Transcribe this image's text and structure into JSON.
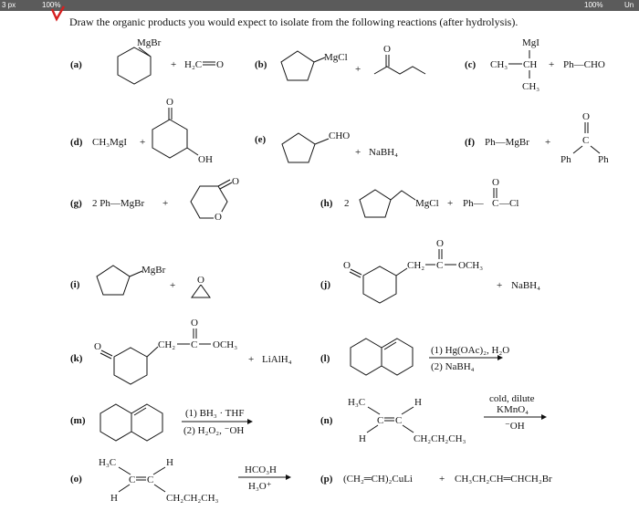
{
  "toolbar": {
    "left_value": "3 px",
    "zoom_left": "100%",
    "zoom_right": "100%",
    "right_label": "Un"
  },
  "colors": {
    "check_mark": "#d62020",
    "toolbar_bg": "#5b5b5b"
  },
  "question": "Draw the organic products you would expect to isolate from the following reactions (after hydrolysis).",
  "labels": {
    "a": "(a)",
    "b": "(b)",
    "c": "(c)",
    "d": "(d)",
    "e": "(e)",
    "f": "(f)",
    "g": "(g)",
    "h": "(h)",
    "i": "(i)",
    "j": "(j)",
    "k": "(k)",
    "l": "(l)",
    "m": "(m)",
    "n": "(n)",
    "o": "(o)",
    "p": "(p)"
  },
  "texts": {
    "mgbr": "MgBr",
    "mgcl": "MgCl",
    "mgi": "MgI",
    "plus": "+",
    "h2c": "H₂C",
    "o": "O",
    "oh": "OH",
    "ch3": "CH₃",
    "ch": "CH",
    "ph_cho": "Ph—CHO",
    "ch3mgi": "CH₃MgI",
    "cho": "CHO",
    "nabh4": "NaBH₄",
    "ph_mgbr": "Ph—MgBr",
    "ph": "Ph",
    "c": "C",
    "two_ph_mgbr": "2 Ph—MgBr",
    "two": "2",
    "ph_dash": "Ph—",
    "cl_dash": "—Cl",
    "ch2": "CH₂",
    "och3": "OCH₃",
    "lialh4": "LiAlH₄",
    "hg_step1": "(1) Hg(OAc)₂, H₂O",
    "hg_step2": "(2) NaBH₄",
    "bh3_step1": "(1) BH₃ · THF",
    "bh3_step2": "(2) H₂O₂, ⁻OH",
    "h3c": "H₃C",
    "h": "H",
    "ch2ch2ch3": "CH₂CH₂CH₃",
    "cold_dilute": "cold, dilute",
    "kmno4": "KMnO₄",
    "oh_minus": "⁻OH",
    "hco3h": "HCO₃H",
    "h3o": "H₃O⁺",
    "p_reagent1": "(CH₂═CH)₂CuLi",
    "p_reagent2": "CH₃CH₂CH═CHCH₂Br"
  }
}
